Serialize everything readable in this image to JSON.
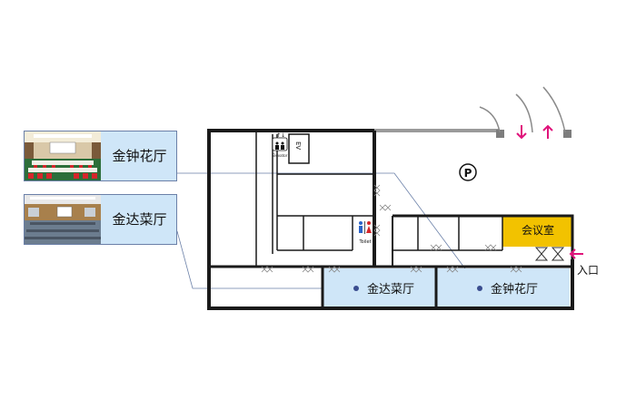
{
  "rooms": {
    "hall_a": "金钟花厅",
    "hall_b": "金达菜厅",
    "meeting_room": "会议室"
  },
  "facilities": {
    "elevator": "Elevator",
    "ev": "EV",
    "toilet": "Toilet",
    "parking": "P"
  },
  "entrance": "入口",
  "legend": [
    {
      "label": "金钟花厅",
      "photo": "banquet-hall-red-chairs-photo"
    },
    {
      "label": "金达菜厅",
      "photo": "conference-room-projector-photo"
    }
  ],
  "colors": {
    "wall": "#1a1a1a",
    "room_fill": "#cfe6f8",
    "meeting_fill": "#f2c200",
    "arrow": "#e0137b",
    "marker": "#3a4d8f"
  },
  "icons": [
    "elevator-icon",
    "toilet-icon",
    "parking-icon",
    "entrance-arrow-icon",
    "door-icon"
  ]
}
